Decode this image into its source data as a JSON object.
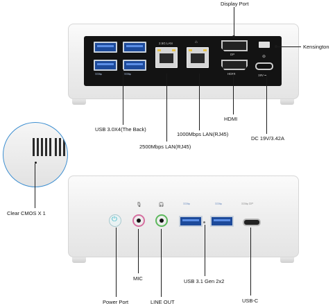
{
  "back_labels": {
    "display_port": "Display Port",
    "kensington": "Kensington",
    "hdmi": "HDMI",
    "usb30": "USB 3.0X4(The Back)",
    "lan1000": "1000Mbps LAN(RJ45)",
    "dc": "DC 19V/3.42A",
    "lan2500": "2500Mbps LAN(RJ45)"
  },
  "back_port_text": {
    "usb_tag": "SS⇆",
    "lan25_tag": "2.5G LAN",
    "dp_tag": "DP",
    "hdmi_tag": "HDMI",
    "dc_tag": "19V ⎓"
  },
  "zoom_label": "Clear CMOS X 1",
  "front_labels": {
    "mic": "MIC",
    "usb31": "USB 3.1 Gen 2x2",
    "power": "Power Port",
    "line_out": "LINE OUT",
    "usbc": "USB-C"
  },
  "front_port_text": {
    "usb_tag": "SS⇆",
    "usbc_tag": "SS⇆ DP"
  },
  "colors": {
    "usb_blue": "#1d4a9a",
    "power_teal": "#35b4c4",
    "mic_pink": "#d66fa0",
    "lineout_green": "#5cb85c",
    "zoom_ring": "#3d8fd1"
  }
}
